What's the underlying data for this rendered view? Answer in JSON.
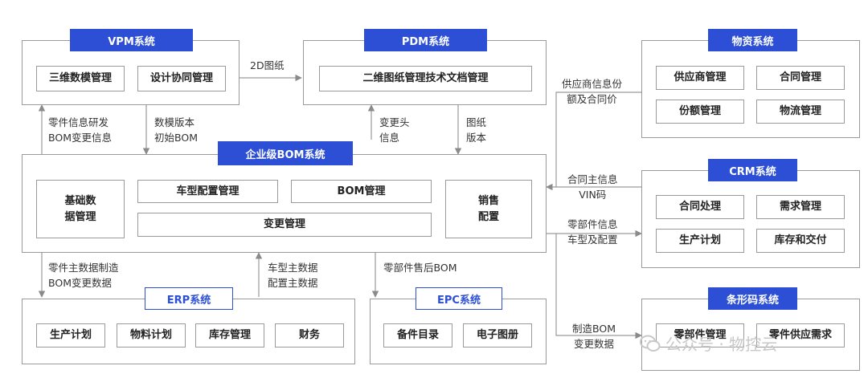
{
  "systems": {
    "vpm": {
      "title": "VPM系统",
      "items": [
        "三维数模管理",
        "设计协同管理"
      ]
    },
    "pdm": {
      "title": "PDM系统",
      "items": [
        "二维图纸管理技术文档管理"
      ]
    },
    "bom": {
      "title": "企业级BOM系统",
      "items": [
        "基础数\n据管理",
        "车型配置管理",
        "BOM管理",
        "变更管理",
        "销售\n配置"
      ]
    },
    "erp": {
      "title": "ERP系统",
      "items": [
        "生产计划",
        "物料计划",
        "库存管理",
        "财务"
      ]
    },
    "epc": {
      "title": "EPC系统",
      "items": [
        "备件目录",
        "电子图册"
      ]
    },
    "wuzi": {
      "title": "物资系统",
      "items": [
        "供应商管理",
        "合同管理",
        "份额管理",
        "物流管理"
      ]
    },
    "crm": {
      "title": "CRM系统",
      "items": [
        "合同处理",
        "需求管理",
        "生产计划",
        "库存和交付"
      ]
    },
    "barcode": {
      "title": "条形码系统",
      "items": [
        "零部件管理",
        "零件供应需求"
      ]
    }
  },
  "flows": {
    "vpm_to_pdm": "2D图纸",
    "bom_to_vpm": "零件信息研发\nBOM变更信息",
    "vpm_to_bom": "数模版本\n初始BOM",
    "bom_to_pdm": "变更头\n信息",
    "pdm_to_bom": "图纸\n版本",
    "bom_to_erp": "零件主数据制造\nBOM变更数据",
    "erp_to_bom": "车型主数据\n配置主数据",
    "bom_to_epc": "零部件售后BOM",
    "wuzi_to_bom": "供应商信息份\n额及合同价",
    "crm_to_bom": "合同主信息\nVIN码",
    "bom_to_crm": "零部件信息\n车型及配置",
    "bom_to_barcode": "制造BOM\n变更数据"
  },
  "watermark": "公众号 · 物控云",
  "colors": {
    "accent": "#2c4fd6",
    "line": "#9a9a9a",
    "arrow": "#8a8a8a"
  }
}
